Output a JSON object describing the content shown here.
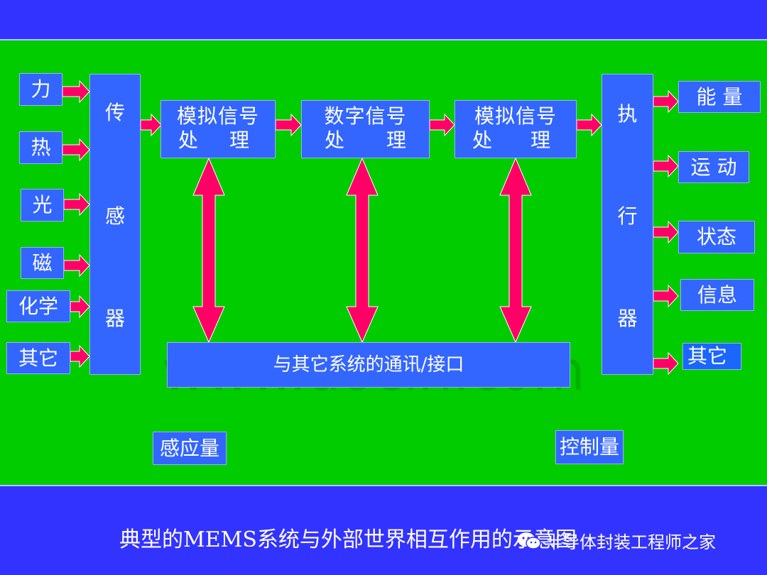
{
  "inputs": [
    "力",
    "热",
    "光",
    "磁",
    "化学",
    "其它"
  ],
  "sensor": [
    "传",
    "感",
    "器"
  ],
  "processors": [
    {
      "line1": "模拟信号",
      "line2a": "处",
      "line2b": "理"
    },
    {
      "line1": "数字信号",
      "line2a": "处",
      "line2b": "理"
    },
    {
      "line1": "模拟信号",
      "line2a": "处",
      "line2b": "理"
    }
  ],
  "actuator": [
    "执",
    "行",
    "器"
  ],
  "outputs": [
    "能 量",
    "运 动",
    "状态",
    "信息",
    "其它"
  ],
  "comm_interface": "与其它系统的通讯/接口",
  "sensed_quantity": "感应量",
  "control_quantity": "控制量",
  "caption": "典型的MEMS系统与外部世界相互作用的示意图",
  "watermark": "www.docin.com",
  "wechat_account": "半导体封装工程师之家",
  "colors": {
    "background": "#3333ff",
    "panel": "#00cc00",
    "box": "#3366ff",
    "arrow": "#ff0066"
  }
}
